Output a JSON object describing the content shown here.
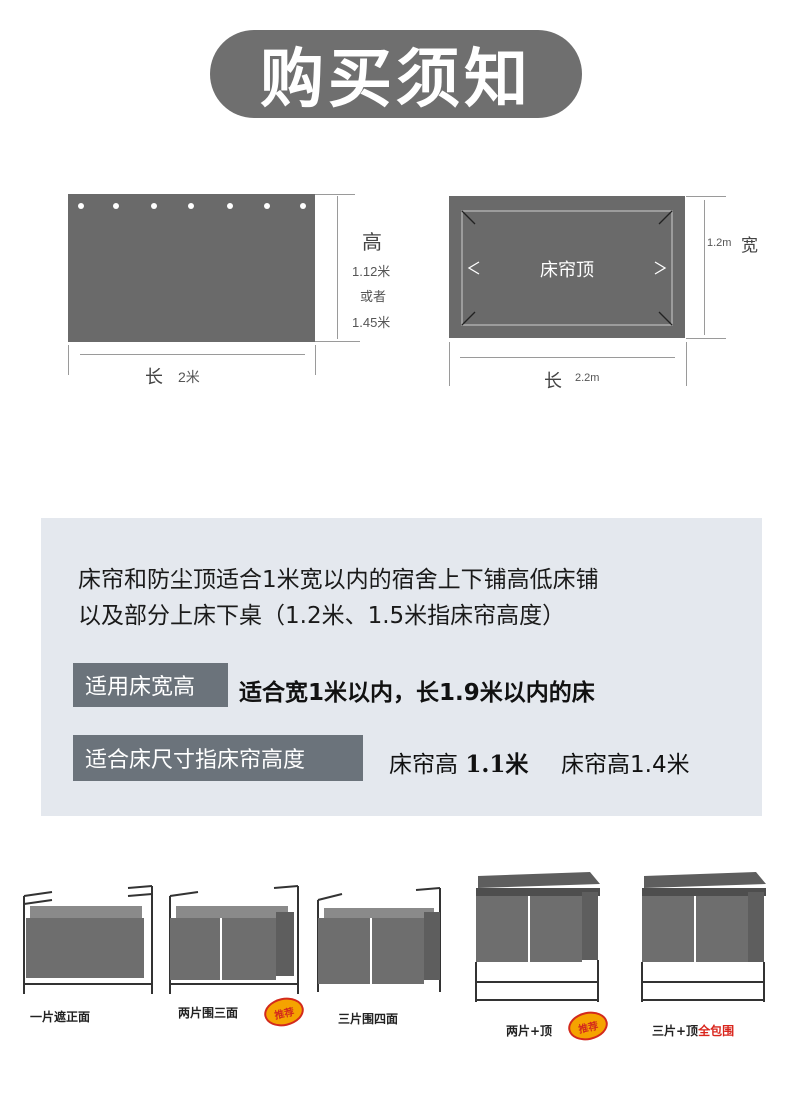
{
  "title": "购买须知",
  "diagram_left": {
    "height_label": "高",
    "height_value_1": "1.12米",
    "height_or": "或者",
    "height_value_2": "1.45米",
    "length_label": "长",
    "length_value": "2米"
  },
  "diagram_right": {
    "center_label": "床帘顶",
    "width_value": "1.2m",
    "width_label": "宽",
    "length_label": "长",
    "length_value": "2.2m"
  },
  "info": {
    "line1": "床帘和防尘顶适合1米宽以内的宿舍上下铺高低床铺",
    "line2": "以及部分上床下桌（1.2米、1.5米指床帘高度）",
    "tag1": "适用床宽高",
    "tag1_value": "适合宽1米以内，长1.9米以内的床",
    "tag2": "适合床尺寸指床帘高度",
    "tag2_value_a_prefix": "床帘高 ",
    "tag2_value_a_num": "1.1米",
    "tag2_value_b": "床帘高1.4米"
  },
  "beds": [
    {
      "label": "一片遮正面"
    },
    {
      "label": "两片围三面",
      "badge": "推荐"
    },
    {
      "label": "三片围四面"
    },
    {
      "label": "两片+顶",
      "badge": "推荐"
    },
    {
      "label_prefix": "三片+顶",
      "label_highlight": "全包围"
    }
  ],
  "colors": {
    "pill": "#6f6f6f",
    "curtain": "#6a6a6a",
    "panel": "#e4e8ee",
    "tag": "#6b737b",
    "highlight": "#d9251c",
    "badge": "#f5a300"
  }
}
